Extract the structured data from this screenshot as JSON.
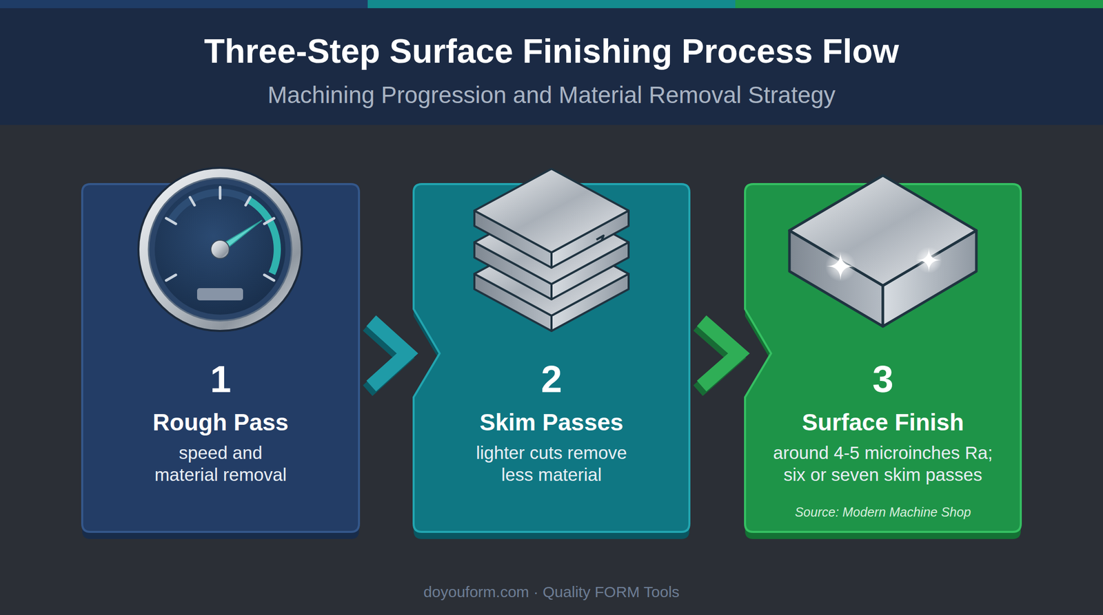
{
  "diagram": {
    "title": "Three-Step Surface Finishing Process Flow",
    "nodes": [
      {
        "text": [
          "1",
          "Rough Pass",
          "speed and material removal"
        ]
      },
      {
        "text": [
          "2",
          "Skim Passes",
          "lighter cuts remove less material"
        ]
      },
      {
        "text": [
          "3",
          "Surface Finish",
          "around 4-5 microinches Ra; six or seven skim passes",
          "Source: Modern Machine Shop"
        ]
      }
    ],
    "edges": [
      {
        "from": 0,
        "to": 1,
        "arrow": "to"
      },
      {
        "from": 1,
        "to": 2,
        "arrow": "to"
      }
    ],
    "labels": [
      "Machining Progression and Material Removal Strategy",
      "doyouform.com · Quality FORM Tools"
    ]
  }
}
